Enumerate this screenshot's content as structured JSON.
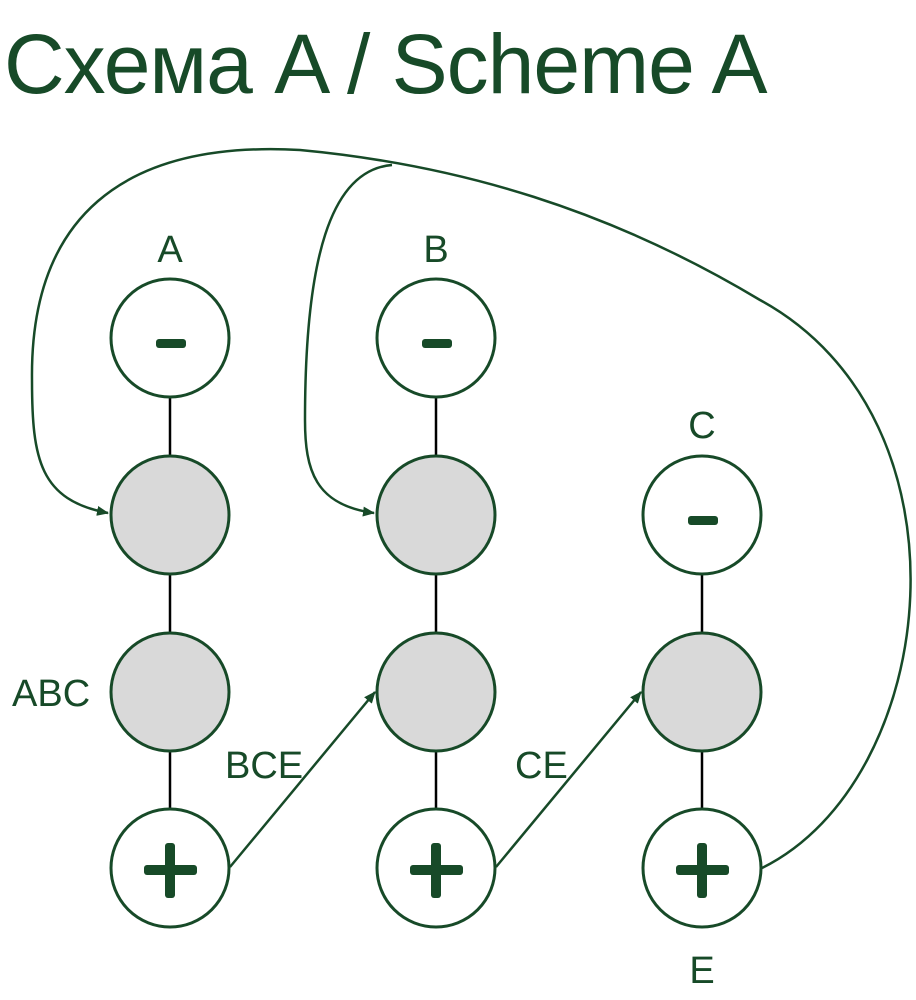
{
  "title": "Схема A / Scheme A",
  "colors": {
    "ink": "#174a28",
    "fill_gray": "#d9d9d9",
    "connector": "#000000",
    "background": "#ffffff"
  },
  "columns": [
    {
      "id": "A",
      "top_label": "A",
      "nodes": [
        {
          "type": "minus",
          "symbol": "−"
        },
        {
          "type": "gray"
        },
        {
          "type": "gray",
          "side_label": "ABC"
        },
        {
          "type": "plus",
          "symbol": "+"
        }
      ]
    },
    {
      "id": "B",
      "top_label": "B",
      "nodes": [
        {
          "type": "minus",
          "symbol": "−"
        },
        {
          "type": "gray"
        },
        {
          "type": "gray"
        },
        {
          "type": "plus",
          "symbol": "+"
        }
      ]
    },
    {
      "id": "C",
      "top_label": "C",
      "bottom_label": "E",
      "nodes": [
        {
          "type": "minus",
          "symbol": "−"
        },
        {
          "type": "gray"
        },
        {
          "type": "plus",
          "symbol": "+"
        }
      ]
    }
  ],
  "edges": [
    {
      "from": "A.plus",
      "to": "B.gray2",
      "label": "BCE"
    },
    {
      "from": "B.plus",
      "to": "C.gray1",
      "label": "CE"
    },
    {
      "from": "C.plus",
      "to": "A.gray1",
      "label": ""
    },
    {
      "from": "C.plus",
      "to": "B.gray1",
      "label": ""
    }
  ],
  "labels": {
    "A": "A",
    "B": "B",
    "C": "C",
    "E": "E",
    "ABC": "ABC",
    "BCE": "BCE",
    "CE": "CE"
  }
}
